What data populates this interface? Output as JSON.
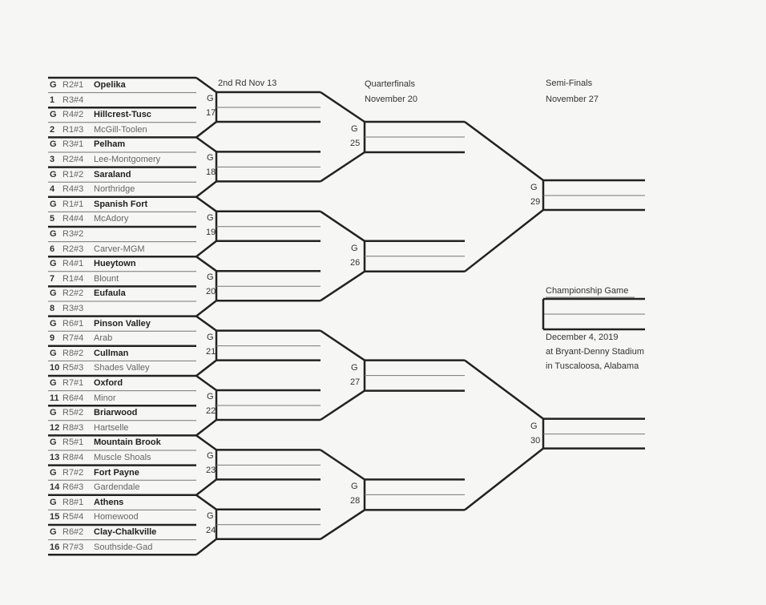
{
  "headers": {
    "second_round": "2nd Rd Nov 13",
    "quarterfinals": "Quarterfinals",
    "quarterfinals_date": "November 20",
    "semifinals": "Semi-Finals",
    "semifinals_date": "November 27",
    "championship": "Championship Game",
    "championship_date": "December 4, 2019",
    "championship_venue": "at Bryant-Denny Stadium",
    "championship_city": "in Tuscaloosa, Alabama"
  },
  "teams": [
    {
      "seed": "G",
      "code": "R2#1",
      "name": "Opelika",
      "home": true
    },
    {
      "seed": "1",
      "code": "R3#4",
      "name": "",
      "home": false
    },
    {
      "seed": "G",
      "code": "R4#2",
      "name": "Hillcrest-Tusc",
      "home": true
    },
    {
      "seed": "2",
      "code": "R1#3",
      "name": "McGill-Toolen",
      "home": false
    },
    {
      "seed": "G",
      "code": "R3#1",
      "name": "Pelham",
      "home": true
    },
    {
      "seed": "3",
      "code": "R2#4",
      "name": "Lee-Montgomery",
      "home": false
    },
    {
      "seed": "G",
      "code": "R1#2",
      "name": "Saraland",
      "home": true
    },
    {
      "seed": "4",
      "code": "R4#3",
      "name": "Northridge",
      "home": false
    },
    {
      "seed": "G",
      "code": "R1#1",
      "name": "Spanish Fort",
      "home": true
    },
    {
      "seed": "5",
      "code": "R4#4",
      "name": "McAdory",
      "home": false
    },
    {
      "seed": "G",
      "code": "R3#2",
      "name": "",
      "home": true
    },
    {
      "seed": "6",
      "code": "R2#3",
      "name": "Carver-MGM",
      "home": false
    },
    {
      "seed": "G",
      "code": "R4#1",
      "name": "Hueytown",
      "home": true
    },
    {
      "seed": "7",
      "code": "R1#4",
      "name": "Blount",
      "home": false
    },
    {
      "seed": "G",
      "code": "R2#2",
      "name": "Eufaula",
      "home": true
    },
    {
      "seed": "8",
      "code": "R3#3",
      "name": "",
      "home": false
    },
    {
      "seed": "G",
      "code": "R6#1",
      "name": "Pinson Valley",
      "home": true
    },
    {
      "seed": "9",
      "code": "R7#4",
      "name": "Arab",
      "home": false
    },
    {
      "seed": "G",
      "code": "R8#2",
      "name": "Cullman",
      "home": true
    },
    {
      "seed": "10",
      "code": "R5#3",
      "name": "Shades Valley",
      "home": false
    },
    {
      "seed": "G",
      "code": "R7#1",
      "name": "Oxford",
      "home": true
    },
    {
      "seed": "11",
      "code": "R6#4",
      "name": "Minor",
      "home": false
    },
    {
      "seed": "G",
      "code": "R5#2",
      "name": "Briarwood",
      "home": true
    },
    {
      "seed": "12",
      "code": "R8#3",
      "name": "Hartselle",
      "home": false
    },
    {
      "seed": "G",
      "code": "R5#1",
      "name": "Mountain Brook",
      "home": true
    },
    {
      "seed": "13",
      "code": "R8#4",
      "name": "Muscle Shoals",
      "home": false
    },
    {
      "seed": "G",
      "code": "R7#2",
      "name": "Fort Payne",
      "home": true
    },
    {
      "seed": "14",
      "code": "R6#3",
      "name": "Gardendale",
      "home": false
    },
    {
      "seed": "G",
      "code": "R8#1",
      "name": "Athens",
      "home": true
    },
    {
      "seed": "15",
      "code": "R5#4",
      "name": "Homewood",
      "home": false
    },
    {
      "seed": "G",
      "code": "R6#2",
      "name": "Clay-Chalkville",
      "home": true
    },
    {
      "seed": "16",
      "code": "R7#3",
      "name": "Southside-Gad",
      "home": false
    }
  ],
  "second_round_games": [
    {
      "label": "G",
      "number": "17"
    },
    {
      "label": "G",
      "number": "18"
    },
    {
      "label": "G",
      "number": "19"
    },
    {
      "label": "G",
      "number": "20"
    },
    {
      "label": "G",
      "number": "21"
    },
    {
      "label": "G",
      "number": "22"
    },
    {
      "label": "G",
      "number": "23"
    },
    {
      "label": "G",
      "number": "24"
    }
  ],
  "quarterfinal_games": [
    {
      "label": "G",
      "number": "25"
    },
    {
      "label": "G",
      "number": "26"
    },
    {
      "label": "G",
      "number": "27"
    },
    {
      "label": "G",
      "number": "28"
    }
  ],
  "semifinal_games": [
    {
      "label": "G",
      "number": "29"
    },
    {
      "label": "G",
      "number": "30"
    }
  ]
}
